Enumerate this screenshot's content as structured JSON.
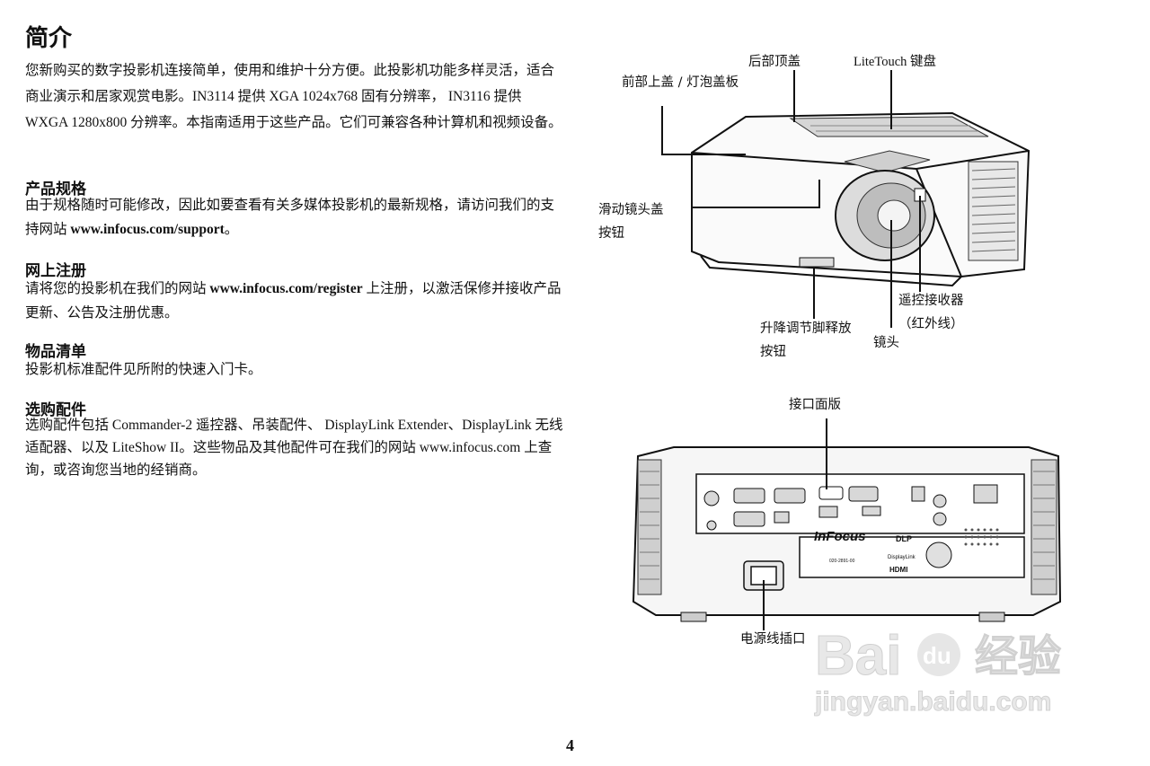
{
  "page": {
    "title": "简介",
    "intro": "您新购买的数字投影机连接简单，使用和维护十分方便。此投影机功能多样灵活，适合商业演示和居家观赏电影。IN3114 提供 XGA 1024x768 固有分辨率， IN3116 提供 WXGA 1280x800 分辨率。本指南适用于这些产品。它们可兼容各种计算机和视频设备。",
    "sections": [
      {
        "heading": "产品规格",
        "text_before": "由于规格随时可能修改，因此如要查看有关多媒体投影机的最新规格，请访问我们的支持网站 ",
        "link": "www.infocus.com/support",
        "text_after": "。"
      },
      {
        "heading": "网上注册",
        "text_before": "请将您的投影机在我们的网站 ",
        "link": "www.infocus.com/register",
        "text_after": " 上注册，以激活保修并接收产品更新、公告及注册优惠。"
      },
      {
        "heading": "物品清单",
        "text": "投影机标准配件见所附的快速入门卡。"
      },
      {
        "heading": "选购配件",
        "text": "选购配件包括 Commander-2 遥控器、吊装配件、 DisplayLink Extender、DisplayLink 无线适配器、以及 LiteShow II。这些物品及其他配件可在我们的网站 www.infocus.com 上查询，或咨询您当地的经销商。"
      }
    ],
    "page_number": "4"
  },
  "figure_top": {
    "labels": {
      "rear_top_cover": "后部顶盖",
      "litetouch_keypad": "LiteTouch 键盘",
      "front_cover": "前部上盖 / 灯泡盖板",
      "lens_cover_button_1": "滑动镜头盖",
      "lens_cover_button_2": "按钮",
      "ir_receiver_1": "遥控接收器",
      "ir_receiver_2": "（红外线）",
      "elevator_button_1": "升降调节脚释放",
      "elevator_button_2": "按钮",
      "lens": "镜头"
    }
  },
  "figure_bottom": {
    "labels": {
      "connector_panel": "接口面版",
      "power_socket": "电源线插口"
    },
    "device_texts": {
      "brand": "InFocus",
      "dlp": "DLP",
      "displaylink": "DisplayLink",
      "hdmi": "HDMI",
      "serial_code": "020-2891-00"
    }
  },
  "watermark": {
    "logo_text": "Bai",
    "logo_paw": "du",
    "logo_cn": "经验",
    "url": "jingyan.baidu.com"
  }
}
